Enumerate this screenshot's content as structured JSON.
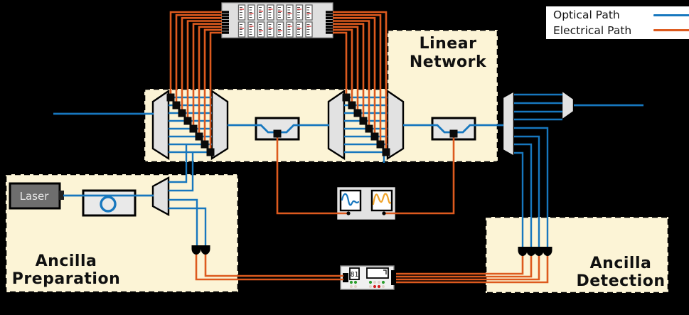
{
  "legend": {
    "items": [
      {
        "label": "Optical Path"
      },
      {
        "label": "Electrical Path"
      }
    ]
  },
  "regions": {
    "linear_network": {
      "label": "Linear Network"
    },
    "ancilla_preparation": {
      "label": "Ancilla Preparation"
    },
    "ancilla_detection": {
      "label": "Ancilla Detection"
    }
  },
  "components": {
    "laser": {
      "label": "Laser"
    },
    "counter": {
      "value": "81"
    }
  },
  "colors": {
    "optical_path": "#1777be",
    "electrical_path": "#dd5a1e",
    "scope_trace_blue": "#1777be",
    "scope_trace_orange": "#f0a32a",
    "region_fill": "#fcf4d6",
    "background": "#000000"
  }
}
